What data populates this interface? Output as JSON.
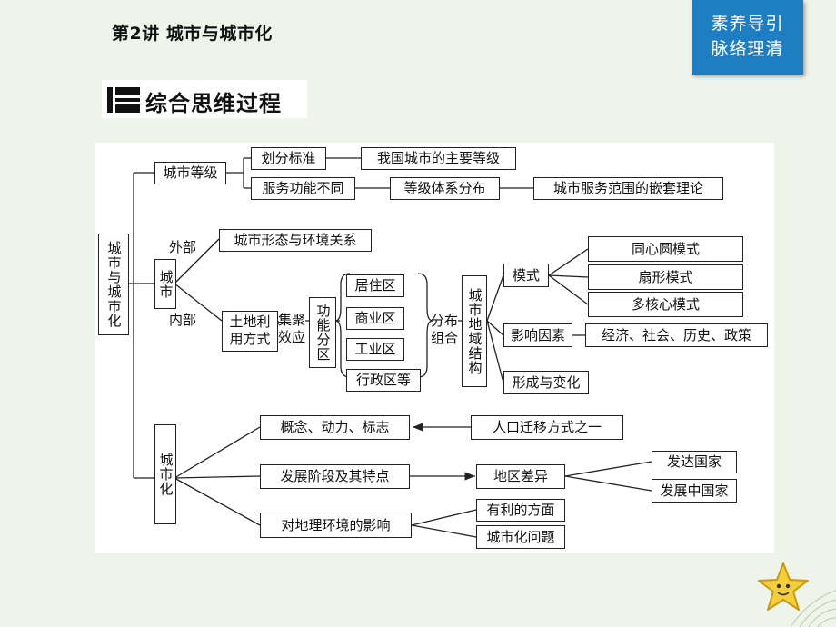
{
  "header": {
    "lesson_title": "第2讲  城市与城市化",
    "badge_line1": "素养导引",
    "badge_line2": "脉络理清",
    "section_title": "综合思维过程"
  },
  "diagram": {
    "root": "城市与城市化",
    "city_grade": "城市等级",
    "division_criteria": "划分标准",
    "china_city_grades": "我国城市的主要等级",
    "service_function": "服务功能不同",
    "grade_system": "等级体系分布",
    "nested_theory": "城市服务范围的嵌套理论",
    "city": "城市",
    "external_label": "外部",
    "internal_label": "内部",
    "city_form_env": "城市形态与环境关系",
    "land_use_line1": "土地利",
    "land_use_line2": "用方式",
    "agglomeration_line1": "集聚",
    "agglomeration_line2": "效应",
    "functional_zones": "功能分区",
    "residential": "居住区",
    "commercial": "商业区",
    "industrial": "工业区",
    "administrative": "行政区等",
    "distribution_line1": "分布",
    "distribution_line2": "组合",
    "regional_structure": "城市地域结构",
    "model": "模式",
    "concentric": "同心圆模式",
    "sector": "扇形模式",
    "multi_nuclei": "多核心模式",
    "influence_factors": "影响因素",
    "factor_list": "经济、社会、历史、政策",
    "formation_change": "形成与变化",
    "urbanization": "城市化",
    "concept": "概念、动力、标志",
    "migration": "人口迁移方式之一",
    "stages": "发展阶段及其特点",
    "regional_diff": "地区差异",
    "developed": "发达国家",
    "developing": "发展中国家",
    "env_impact": "对地理环境的影响",
    "favorable": "有利的方面",
    "problems": "城市化问题"
  },
  "colors": {
    "page_bg": "#eef4ea",
    "badge_bg": "#1f7dc3",
    "star_fill": "#f3cf3a"
  }
}
